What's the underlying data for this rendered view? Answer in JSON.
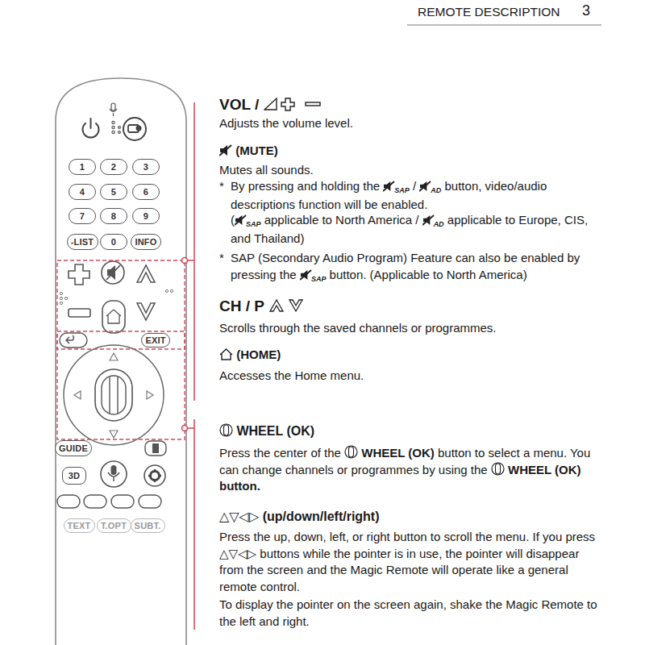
{
  "diagram": {
    "nodes": [
      {
        "text": [
          "1"
        ]
      },
      {
        "text": [
          "2"
        ]
      },
      {
        "text": [
          "3"
        ]
      },
      {
        "text": [
          "4"
        ]
      },
      {
        "text": [
          "5"
        ]
      },
      {
        "text": [
          "6"
        ]
      },
      {
        "text": [
          "7"
        ]
      },
      {
        "text": [
          "8"
        ]
      },
      {
        "text": [
          "9"
        ]
      },
      {
        "text": [
          "-LIST"
        ]
      },
      {
        "text": [
          "0"
        ]
      },
      {
        "text": [
          "INFO"
        ]
      },
      {
        "text": [
          "EXIT"
        ]
      },
      {
        "text": [
          "GUIDE"
        ]
      },
      {
        "text": [
          "3D"
        ]
      },
      {
        "text": [
          "TEXT"
        ]
      },
      {
        "text": [
          "T.OPT"
        ]
      },
      {
        "text": [
          "SUBT."
        ]
      }
    ],
    "labels": [
      "REMOTE DESCRIPTION",
      "3",
      "VOL /",
      "Adjusts the volume level.",
      "(MUTE)",
      "Mutes all sounds.",
      "*",
      "By pressing and holding the",
      "SAP",
      "/",
      "AD",
      "button, video/audio descriptions function will be enabled.",
      "(",
      "SAP",
      "applicable to North America /",
      "AD",
      "applicable to Europe, CIS, and Thailand)",
      "*",
      "SAP (Secondary Audio Program) Feature can also be enabled by pressing the",
      "SAP",
      "button. (Applicable to North America)",
      "CH / P",
      "Scrolls through the saved channels or programmes.",
      "(HOME)",
      "Accesses the Home menu.",
      "WHEEL (OK)",
      "Press the center of the",
      "WHEEL (OK)",
      "button to select a menu. You can change channels or programmes by using the",
      "WHEEL (OK)",
      "button.",
      "△▽◁▷",
      "(up/down/left/right)",
      "Press the up, down, left, or right button to scroll the menu. If you press",
      "△▽◁▷",
      "buttons while the pointer is in use, the pointer will disappear from the screen and the Magic Remote will operate like a general remote control.",
      "To display the pointer on the screen again, shake the Magic Remote to the left and right."
    ]
  }
}
